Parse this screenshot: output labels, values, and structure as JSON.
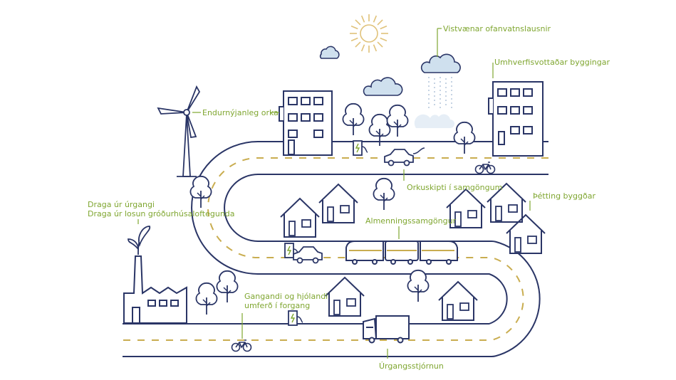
{
  "labels": {
    "water": "Vistvænar ofanvatnslausnir",
    "buildings": "Umhverfisvottaðar byggingar",
    "energy": "Endurnýjanleg orka",
    "transport_shift": "Orkuskipti í samgöngum",
    "density": "Þétting byggðar",
    "waste_line1": "Draga úr úrgangi",
    "waste_line2": "Draga úr losun gróðurhúsaloftegunda",
    "public_transport": "Almenningssamgöngur",
    "walk_line1": "Gangandi og hjólandi",
    "walk_line2": "umferð í forgang",
    "waste_mgmt": "Úrgangsstjórnun"
  },
  "colors": {
    "line": "#2a3566",
    "accent": "#7fa630",
    "road_dash": "#c9ad50",
    "cloud_fill": "#cfe0ee",
    "sun": "#e0c27a",
    "rain": "#9fb6d0"
  }
}
